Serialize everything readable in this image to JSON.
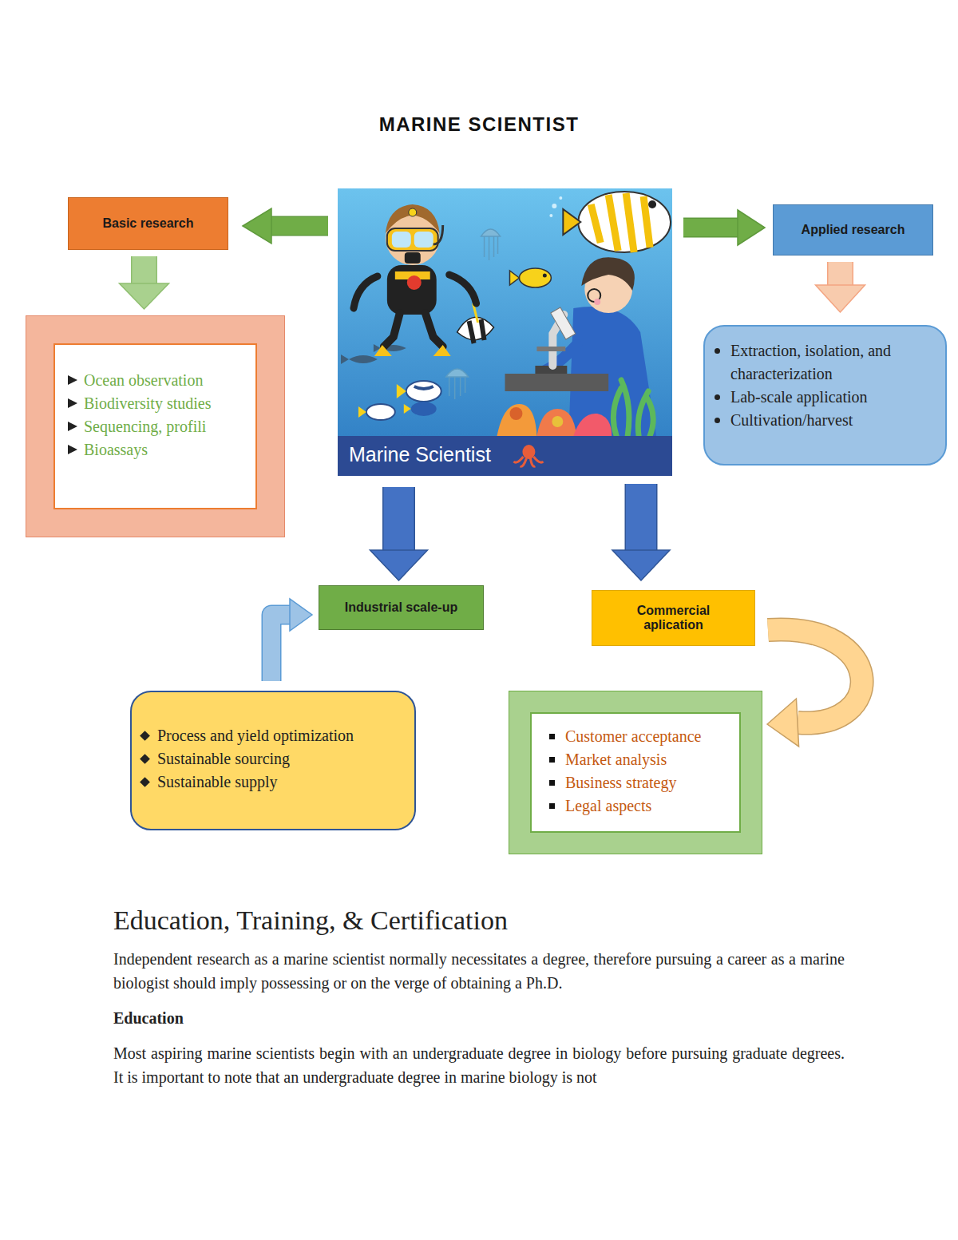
{
  "diagram": {
    "title": "MARINE SCIENTIST",
    "nodes": [
      {
        "text": [
          "Basic research"
        ]
      },
      {
        "text": [
          "Ocean observation",
          "Biodiversity studies",
          "Sequencing, profili",
          "Bioassays"
        ]
      },
      {
        "text": [
          "Marine Scientist"
        ]
      },
      {
        "text": [
          "Applied research"
        ]
      },
      {
        "text": [
          "Extraction, isolation, and characterization",
          "Lab-scale application",
          "Cultivation/harvest"
        ]
      },
      {
        "text": [
          "Industrial scale-up"
        ]
      },
      {
        "text": [
          "Commercial aplication"
        ]
      },
      {
        "text": [
          "Process and yield optimization",
          "Sustainable sourcing",
          "Sustainable supply"
        ]
      },
      {
        "text": [
          "Customer acceptance",
          "Market analysis",
          "Business strategy",
          "Legal aspects"
        ]
      }
    ],
    "edges": [
      {
        "from": 2,
        "to": 0,
        "arrow": "to"
      },
      {
        "from": 0,
        "to": 1,
        "arrow": "to"
      },
      {
        "from": 2,
        "to": 3,
        "arrow": "to"
      },
      {
        "from": 3,
        "to": 4,
        "arrow": "to"
      },
      {
        "from": 2,
        "to": 5,
        "arrow": "to"
      },
      {
        "from": 2,
        "to": 6,
        "arrow": "to"
      },
      {
        "from": 7,
        "to": 5,
        "arrow": "to"
      },
      {
        "from": 6,
        "to": 8,
        "arrow": "to"
      }
    ],
    "labels": [
      "Education, Training, & Certification",
      "Independent research as a marine scientist normally necessitates a degree, therefore pursuing a career as a marine biologist should imply possessing or on the verge of obtaining a Ph.D.",
      "Education",
      "Most aspiring marine scientists begin with an undergraduate degree in biology before pursuing graduate degrees. It is important to note that an undergraduate degree in marine biology is not"
    ]
  }
}
